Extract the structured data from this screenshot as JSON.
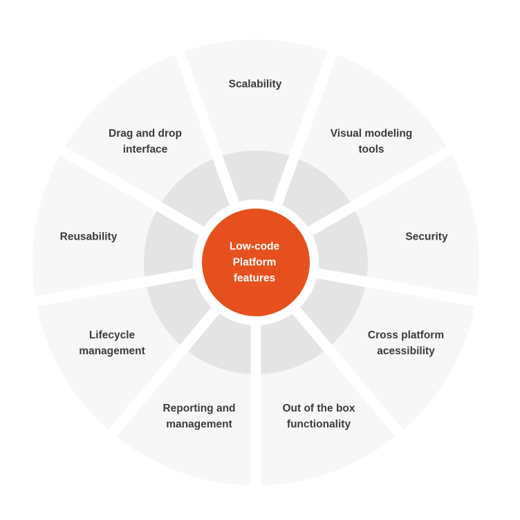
{
  "center": {
    "label": "Low-code\nPlatform\nfeatures",
    "color": "#e5501e"
  },
  "colors": {
    "outer_segment": "#f7f7f7",
    "inner_ring": "#e4e4e4",
    "gap": "#ffffff",
    "label_text": "#3a3a3a"
  },
  "segments": [
    {
      "label": "Scalability"
    },
    {
      "label": "Visual modeling\ntools"
    },
    {
      "label": "Security"
    },
    {
      "label": "Cross platform\nacessibility"
    },
    {
      "label": "Out of the box\nfunctionality"
    },
    {
      "label": "Reporting and\nmanagement"
    },
    {
      "label": "Lifecycle\nmanagement"
    },
    {
      "label": "Reusability"
    },
    {
      "label": "Drag and drop\ninterface"
    }
  ]
}
